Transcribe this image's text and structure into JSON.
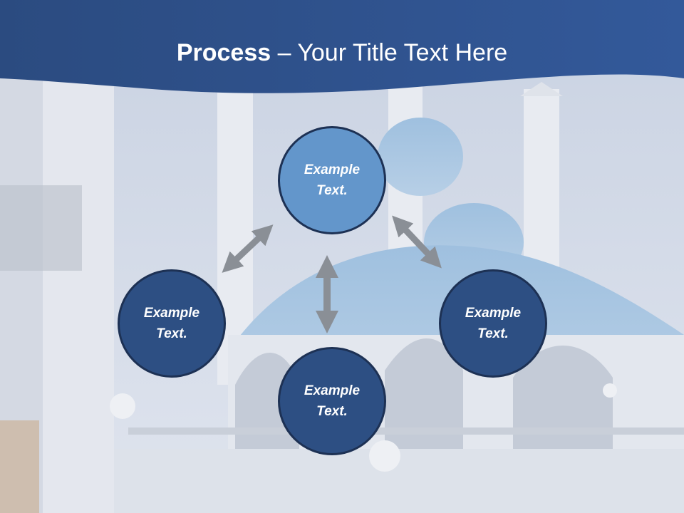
{
  "title": {
    "bold_part": "Process",
    "rest_part": " – Your Title Text Here"
  },
  "nodes": {
    "top": {
      "line1": "Example",
      "line2": "Text."
    },
    "left": {
      "line1": "Example",
      "line2": "Text."
    },
    "right": {
      "line1": "Example",
      "line2": "Text."
    },
    "bottom": {
      "line1": "Example",
      "line2": "Text."
    }
  },
  "colors": {
    "header": "#2e5087",
    "circle_top": "#6396cb",
    "circle_dark": "#2d4f83",
    "arrow": "#8a8f96"
  },
  "background": "faded photo of a mosque with domes and minarets"
}
